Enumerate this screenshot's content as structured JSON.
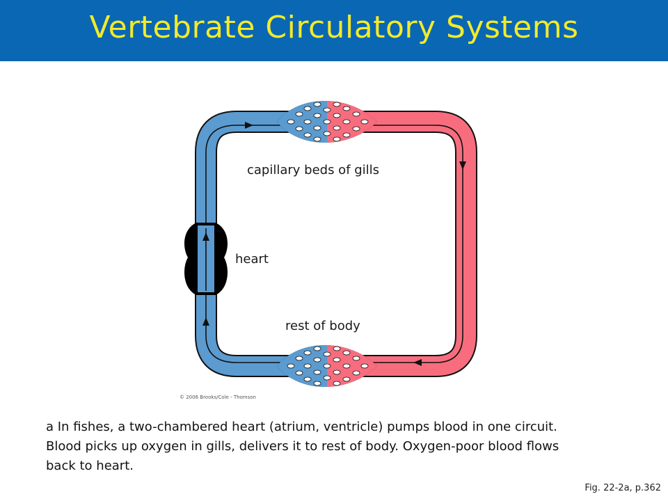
{
  "header": {
    "title": "Vertebrate Circulatory Systems"
  },
  "diagram": {
    "labels": {
      "gills": "capillary beds of gills",
      "heart": "heart",
      "body": "rest of body"
    },
    "copyright": "© 2006 Brooks/Cole - Thomson",
    "colors": {
      "oxygen_poor": "#5b9bd0",
      "oxygen_rich": "#f76d7e",
      "outline": "#111111",
      "heart": "#000000"
    }
  },
  "caption": {
    "lines": [
      "a  In fishes, a two-chambered heart (atrium, ventricle) pumps blood in one circuit.",
      "Blood picks up oxygen in gills, delivers it to rest of body. Oxygen-poor blood flows",
      "back to heart."
    ]
  },
  "figure_ref": "Fig. 22-2a, p.362"
}
